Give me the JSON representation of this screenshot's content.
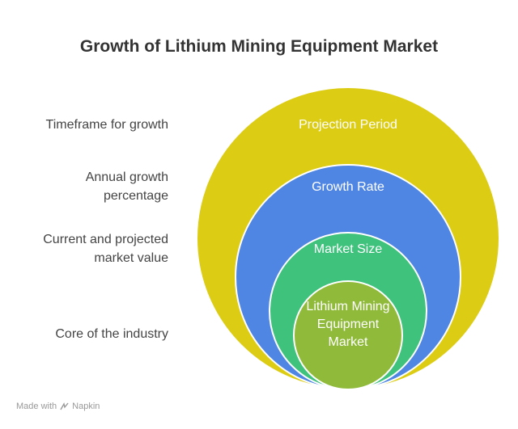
{
  "title": "Growth of Lithium Mining Equipment Market",
  "layers": [
    {
      "name": "Projection Period",
      "description": "Timeframe for growth",
      "color": "#dccc14"
    },
    {
      "name": "Growth Rate",
      "description": "Annual growth percentage",
      "color": "#4f86e4"
    },
    {
      "name": "Market Size",
      "description": "Current and projected market value",
      "color": "#3ec27c"
    },
    {
      "name": "Lithium Mining Equipment Market",
      "description": "Core of the industry",
      "color": "#8fba3a"
    }
  ],
  "footer": {
    "text": "Made with",
    "brand": "Napkin",
    "icon": "napkin-logo-icon"
  }
}
